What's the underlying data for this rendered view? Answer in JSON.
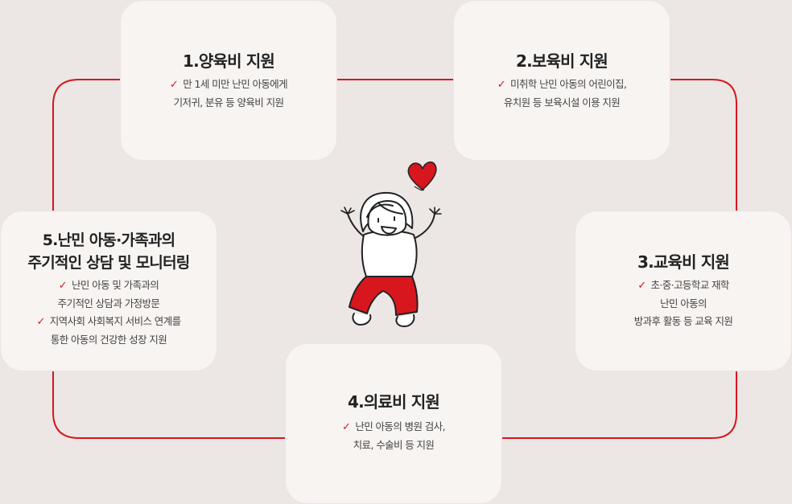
{
  "cards": [
    {
      "title": "1.양육비 지원",
      "items": [
        {
          "lines": [
            "만 1세 미만 난민 아동에게",
            "기저귀, 분유 등 양육비 지원"
          ]
        }
      ]
    },
    {
      "title": "2.보육비 지원",
      "items": [
        {
          "lines": [
            "미취학 난민 아동의 어린이집,",
            "유치원 등 보육시설 이용 지원"
          ]
        }
      ]
    },
    {
      "title": "3.교육비 지원",
      "items": [
        {
          "lines": [
            "초·중·고등학교 재학",
            "난민 아동의",
            "방과후 활동 등 교육 지원"
          ]
        }
      ]
    },
    {
      "title": "4.의료비 지원",
      "items": [
        {
          "lines": [
            "난민 아동의 병원 검사,",
            "치료, 수술비 등 지원"
          ]
        }
      ]
    },
    {
      "title_lines": [
        "5.난민 아동·가족과의",
        "주기적인 상담 및 모니터링"
      ],
      "items": [
        {
          "lines": [
            "난민 아동 및 가족과의",
            "주기적인 상담과 가정방문"
          ]
        },
        {
          "lines": [
            "지역사회 사회복지 서비스 연계를",
            "통한 아동의 건강한 성장 지원"
          ]
        }
      ]
    }
  ],
  "icons": {
    "check": "check-icon",
    "heart": "heart-icon",
    "character": "child-illustration"
  },
  "colors": {
    "accent": "#d8161e",
    "background": "#ece7e4",
    "card": "#f7f4f2"
  }
}
